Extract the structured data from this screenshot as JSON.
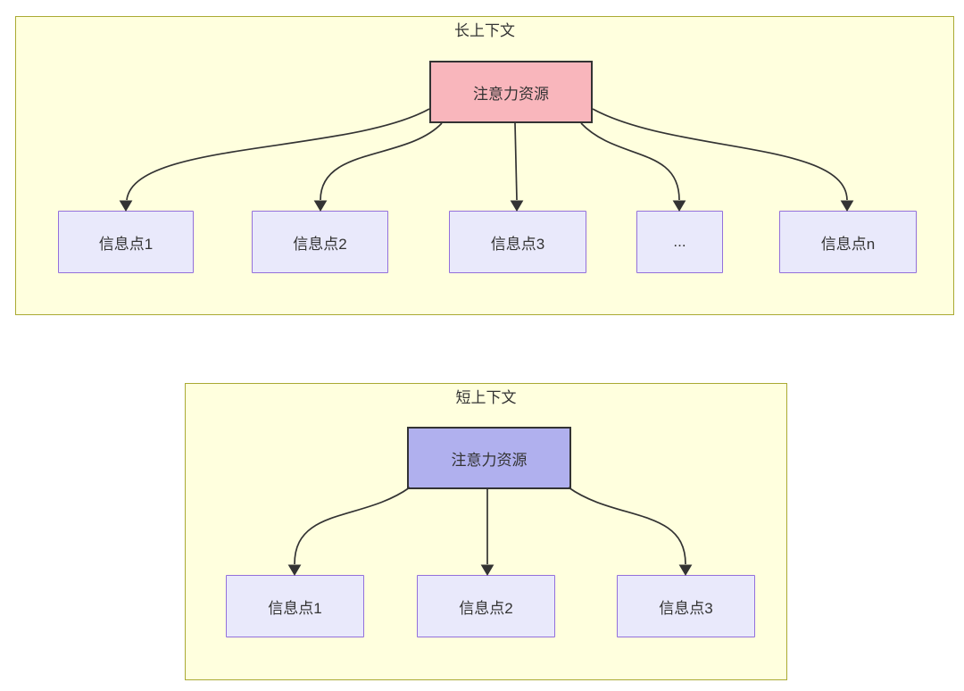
{
  "diagram_type": "flowchart",
  "colors": {
    "cluster_fill": "#ffffde",
    "cluster_border": "#aaaa33",
    "long_root_fill": "#f9b6bc",
    "short_root_fill": "#b0b0ee",
    "root_border": "#333333",
    "info_fill": "#e9e9fb",
    "info_border": "#9370db",
    "edge_color": "#333333",
    "text_color": "#333333"
  },
  "long_context": {
    "title": "长上下文",
    "root_label": "注意力资源",
    "children": [
      {
        "label": "信息点1"
      },
      {
        "label": "信息点2"
      },
      {
        "label": "信息点3"
      },
      {
        "label": "..."
      },
      {
        "label": "信息点n"
      }
    ]
  },
  "short_context": {
    "title": "短上下文",
    "root_label": "注意力资源",
    "children": [
      {
        "label": "信息点1"
      },
      {
        "label": "信息点2"
      },
      {
        "label": "信息点3"
      }
    ]
  }
}
